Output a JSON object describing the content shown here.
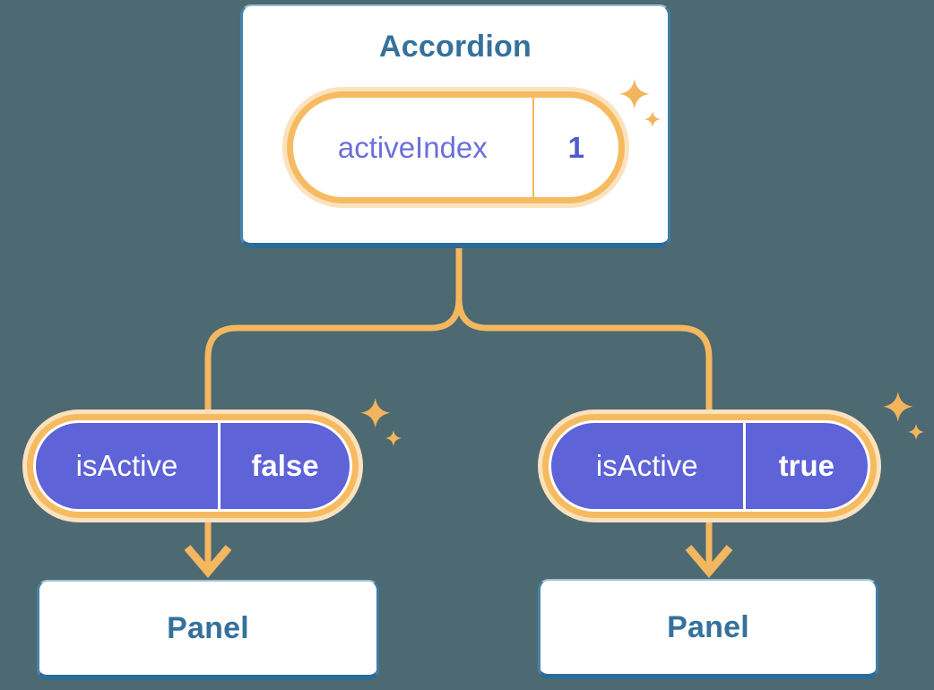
{
  "diagram": {
    "title_hint": "lifting state up: Accordion passes isActive to Panels",
    "background_color": "#4D6972",
    "colors": {
      "connector_orange": "#F3B75F",
      "pill_ring_orange": "#F6BB61",
      "pill_glow": "#FBE2BE",
      "prop_purple": "#5E63D8",
      "heading_blue": "#35719C",
      "box_border_bottom_blue": "#2D6C94",
      "state_label_purple": "#6A6FDC",
      "state_value_purple": "#5459D0",
      "sparkle_orange": "#F2B45C",
      "white": "#ffffff"
    }
  },
  "accordion": {
    "title": "Accordion",
    "state_pill": {
      "label": "activeIndex",
      "value": "1"
    }
  },
  "children": [
    {
      "prop_pill": {
        "label": "isActive",
        "value": "false"
      },
      "panel": {
        "title": "Panel"
      }
    },
    {
      "prop_pill": {
        "label": "isActive",
        "value": "true"
      },
      "panel": {
        "title": "Panel"
      }
    }
  ],
  "icons": {
    "sparkle": "sparkle-icon",
    "arrow": "arrow-down-icon"
  }
}
